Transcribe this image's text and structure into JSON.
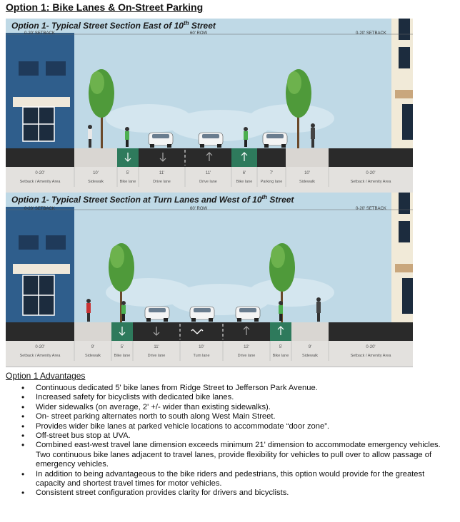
{
  "page_title": "Option 1: Bike Lanes & On-Street Parking",
  "section1": {
    "title_main": "Option 1- Typical Street Section East of 10",
    "title_sup": "th",
    "title_end": " Street",
    "setback_left": "0-20' SETBACK",
    "row": "60' ROW",
    "setback_right": "0-20' SETBACK",
    "widths": [
      "0-20'",
      "10'",
      "5'",
      "11'",
      "11'",
      "6'",
      "7'",
      "10'",
      "0-20'"
    ],
    "labels": [
      "Setback / Amenity Area",
      "Sidewalk",
      "Bike lane",
      "Drive lane",
      "Drive lane",
      "Bike lane",
      "Parking lane",
      "Sidewalk",
      "Setback / Amenity Area"
    ]
  },
  "section2": {
    "title_main": "Option 1- Typical Street Section at Turn Lanes and West of 10",
    "title_sup": "th",
    "title_end": " Street",
    "setback_left": "0-20' SETBACK",
    "row": "60' ROW",
    "setback_right": "0-20' SETBACK",
    "widths": [
      "0-20'",
      "9'",
      "5'",
      "11'",
      "10'",
      "12'",
      "5'",
      "9'",
      "0-20'"
    ],
    "labels": [
      "Setback / Amenity Area",
      "Sidewalk",
      "Bike lane",
      "Drive lane",
      "Turn lane",
      "Drive lane",
      "Bike lane",
      "Sidewalk",
      "Setback / Amenity Area"
    ]
  },
  "advantages_heading": "Option 1 Advantages",
  "advantages": [
    "Continuous dedicated 5' bike lanes from Ridge Street to Jefferson Park Avenue.",
    "Increased safety for bicyclists with dedicated bike lanes.",
    "Wider sidewalks (on average, 2' +/- wider than existing sidewalks).",
    "On- street parking alternates north to south along West Main Street.",
    "Provides wider bike lanes at parked vehicle locations to accommodate “door zone”.",
    "Off-street bus stop at UVA.",
    "Combined east-west travel lane dimension exceeds minimum 21' dimension to accommodate emergency vehicles.  Two continuous bike lanes adjacent to travel lanes, provide flexibility for vehicles to pull over to allow passage of emergency vehicles.",
    "In addition to being advantageous to the bike riders and pedestrians, this option would provide for the greatest capacity and shortest travel times for motor vehicles.",
    "Consistent street configuration provides clarity for drivers and bicyclists."
  ],
  "colors": {
    "sky": "#bfd9e6",
    "left_building": "#2f5e8c",
    "right_building": "#f1ead8",
    "bike_lane": "#2e7a5c",
    "road": "#2a2a2a",
    "sidewalk": "#d9d6d2",
    "tree": "#4f9a3a"
  }
}
